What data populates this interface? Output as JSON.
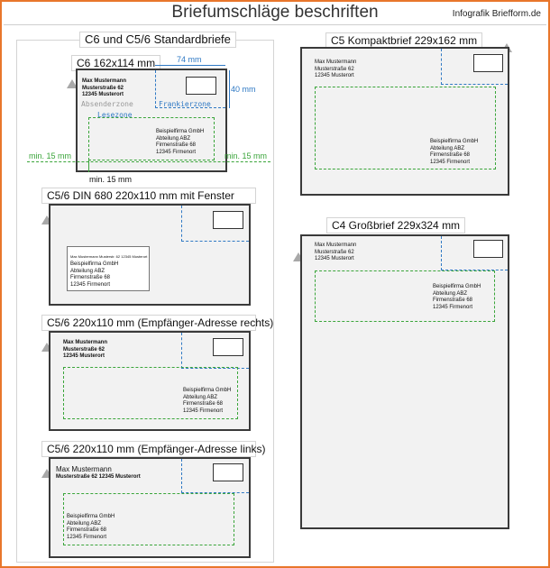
{
  "header": {
    "title": "Briefumschläge beschriften",
    "brand": "Infografik Briefform.de"
  },
  "left_panel": {
    "heading": "C6 und C5/6 Standardbriefe",
    "c6": {
      "label": "C6 162x114 mm",
      "sender": [
        "Max Mustermann",
        "Musterstraße 62",
        "12345 Musterort"
      ],
      "recipient": [
        "Beispielfirma GmbH",
        "Abteilung ABZ",
        "Firmenstraße 68",
        "12345 Firmenort"
      ],
      "zone_sender": "Absenderzone",
      "zone_stamp": "Frankierzone",
      "zone_read": "Lesezone",
      "dim_width": "74 mm",
      "dim_height": "40 mm",
      "dim_left": "min. 15 mm",
      "dim_right": "min. 15 mm",
      "dim_bottom": "min. 15 mm"
    },
    "din680": {
      "label": "C5/6 DIN 680 220x110 mm mit Fenster",
      "window_sender": "Max Mustermann Musterstr. 62 12345 Musterort",
      "recipient": [
        "Beispielfirma GmbH",
        "Abteilung ABZ",
        "Firmenstraße 68",
        "12345 Firmenort"
      ]
    },
    "right_addr": {
      "label": "C5/6 220x110 mm (Empfänger-Adresse rechts)",
      "sender": [
        "Max Mustermann",
        "Musterstraße 62",
        "12345 Musterort"
      ],
      "recipient": [
        "Beispielfirma GmbH",
        "Abteilung ABZ",
        "Firmenstraße 68",
        "12345 Firmenort"
      ]
    },
    "left_addr": {
      "label": "C5/6 220x110 mm (Empfänger-Adresse links)",
      "sender_name": "Max Mustermann",
      "sender_line": "Musterstraße 62 12345 Musterort",
      "recipient": [
        "Beispielfirma GmbH",
        "Abteilung ABZ",
        "Firmenstraße 68",
        "12345 Firmenort"
      ]
    }
  },
  "right_panel": {
    "c5": {
      "label": "C5 Kompaktbrief 229x162 mm",
      "sender": [
        "Max Mustermann",
        "Musterstraße 62",
        "12345 Musterort"
      ],
      "recipient": [
        "Beispielfirma GmbH",
        "Abteilung ABZ",
        "Firmenstraße 68",
        "12345 Firmenort"
      ]
    },
    "c4": {
      "label": "C4 Großbrief 229x324 mm",
      "sender": [
        "Max Mustermann",
        "Musterstraße 62",
        "12345 Musterort"
      ],
      "recipient": [
        "Beispielfirma GmbH",
        "Abteilung ABZ",
        "Firmenstraße 68",
        "12345 Firmenort"
      ]
    }
  },
  "colors": {
    "frame": "#e8762b",
    "stamp_zone": "#2f79c4",
    "read_zone": "#3aa53a",
    "envelope": "#f2f2f2"
  }
}
